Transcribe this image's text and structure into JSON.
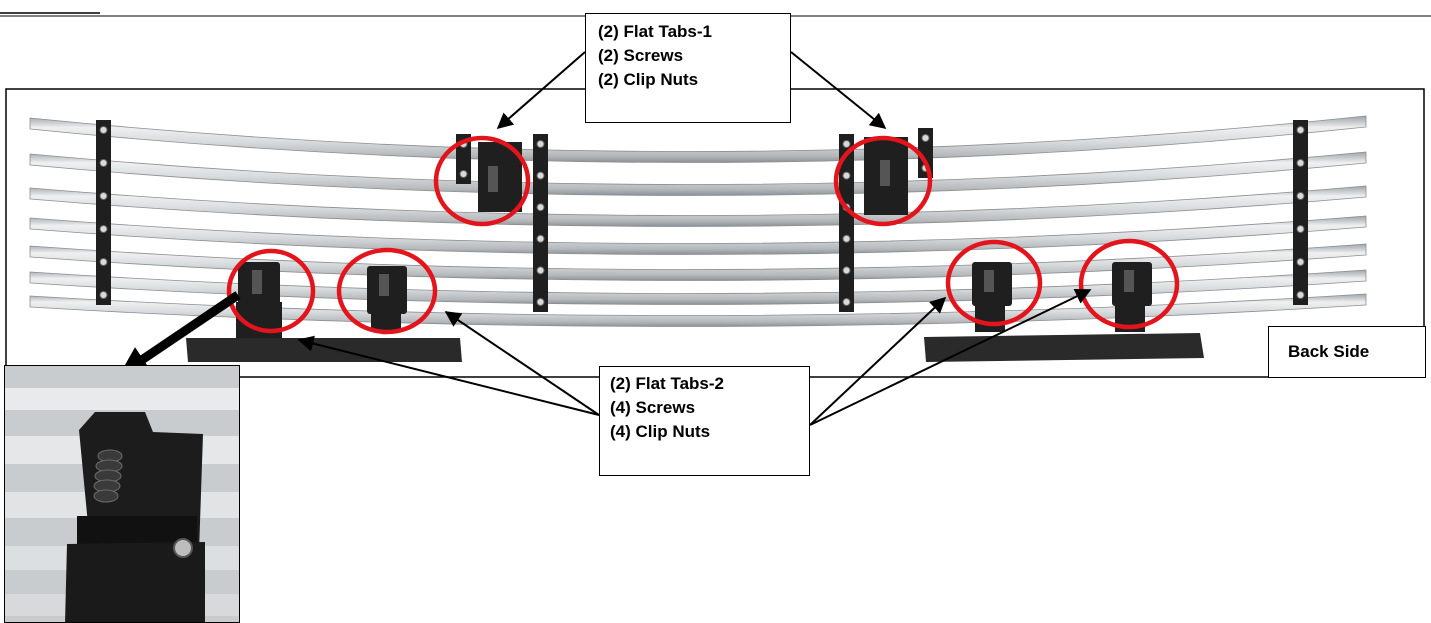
{
  "callouts": {
    "top": {
      "line1": "(2) Flat Tabs-1",
      "line2": "(2) Screws",
      "line3": "(2) Clip Nuts"
    },
    "bottom": {
      "line1": "(2) Flat Tabs-2",
      "line2": "(4) Screws",
      "line3": "(4) Clip Nuts"
    },
    "side": {
      "label": "Back Side"
    }
  },
  "colors": {
    "highlight_circle": "#e3141b",
    "bracket": "#1f1f1f",
    "slat_light": "#eef0f1",
    "slat_dark": "#9ea3a7",
    "arrow": "#000000"
  },
  "icons": [
    "grille-panel",
    "flat-tab-bracket",
    "clip-nut",
    "screw",
    "highlight-circle",
    "pointer-arrow",
    "zoom-arrow"
  ]
}
